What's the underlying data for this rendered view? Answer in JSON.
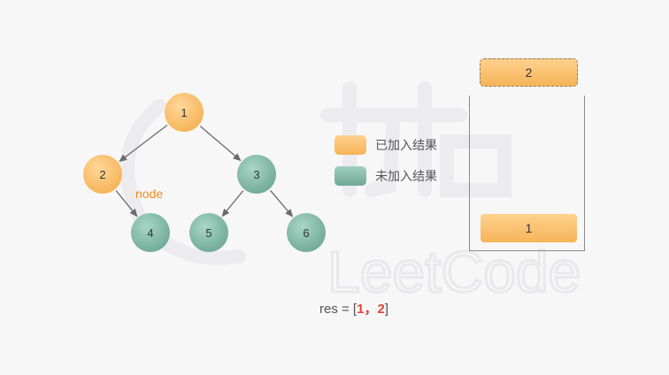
{
  "tree": {
    "nodes": [
      {
        "id": "1",
        "label": "1",
        "state": "visited"
      },
      {
        "id": "2",
        "label": "2",
        "state": "visited"
      },
      {
        "id": "3",
        "label": "3",
        "state": "unvisited"
      },
      {
        "id": "4",
        "label": "4",
        "state": "unvisited"
      },
      {
        "id": "5",
        "label": "5",
        "state": "unvisited"
      },
      {
        "id": "6",
        "label": "6",
        "state": "unvisited"
      }
    ],
    "edges": [
      [
        "1",
        "2"
      ],
      [
        "1",
        "3"
      ],
      [
        "2",
        "4"
      ],
      [
        "3",
        "5"
      ],
      [
        "3",
        "6"
      ]
    ],
    "pointer_label": "node"
  },
  "legend": {
    "visited": "已加入结果",
    "unvisited": "未加入结果"
  },
  "stack": {
    "pending": "2",
    "items": [
      "1"
    ]
  },
  "result": {
    "prefix": "res = [",
    "values": [
      "1",
      "2"
    ],
    "separator": "，",
    "suffix": "]"
  },
  "watermark": "LeetCode",
  "colors": {
    "visited": "#f6b458",
    "unvisited": "#71ab97",
    "pointer": "#f08a1e",
    "result_value": "#e0453b"
  }
}
